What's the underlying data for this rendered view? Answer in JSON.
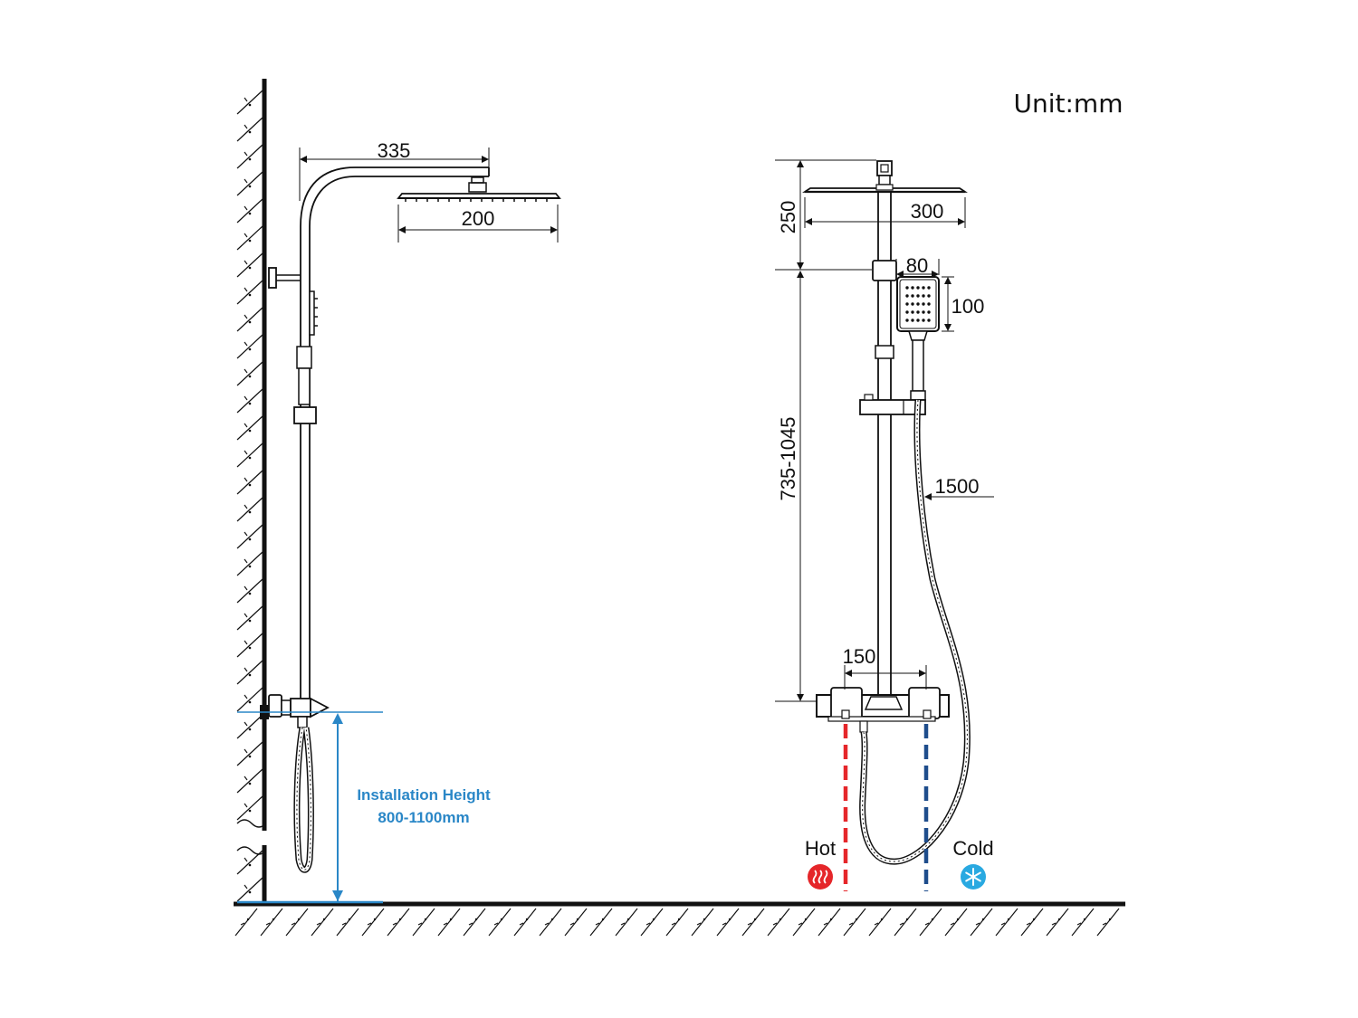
{
  "unit_label": "Unit:mm",
  "side_view": {
    "arm_length": "335",
    "head_width": "200",
    "installation_title": "Installation Height",
    "installation_range": "800-1100mm"
  },
  "front_view": {
    "top_height": "250",
    "head_width": "300",
    "hand_shower_width": "80",
    "hand_shower_height": "100",
    "bar_range": "735-1045",
    "hose_length": "1500",
    "inlet_spacing": "150",
    "hot_label": "Hot",
    "cold_label": "Cold"
  },
  "colors": {
    "hot": "#e5262a",
    "cold": "#1e4d8c",
    "accent": "#2a87c7",
    "ice": "#29a9e1"
  },
  "icons": {
    "hot": "heat-waves-icon",
    "cold": "snowflake-icon"
  }
}
